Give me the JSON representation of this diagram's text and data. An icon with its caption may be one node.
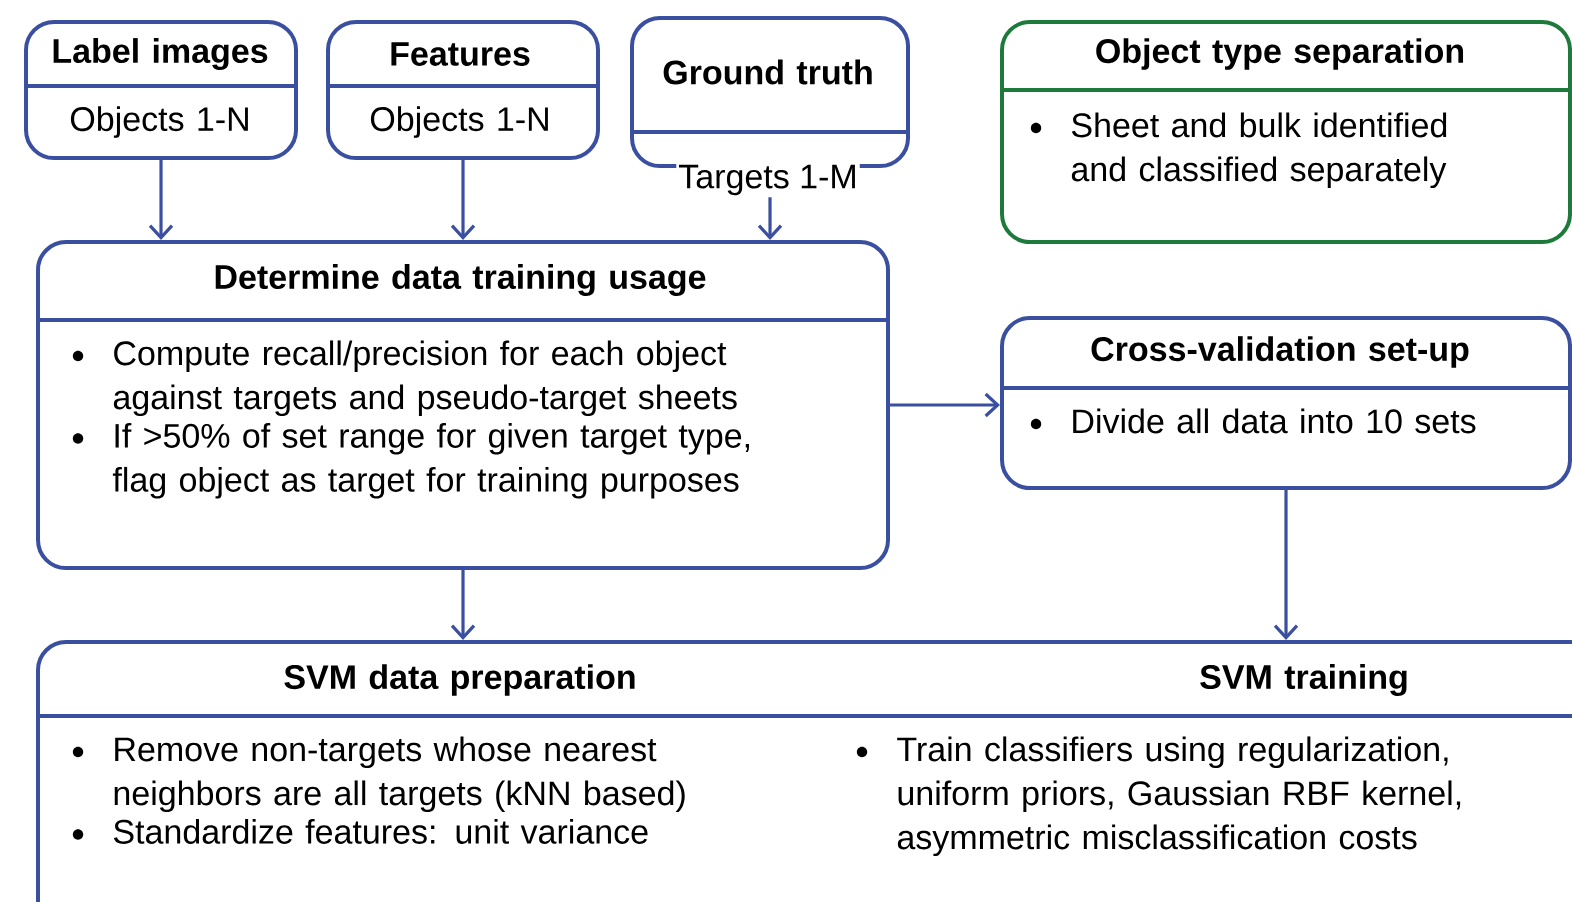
{
  "diagram": {
    "nodes": [
      {
        "text": [
          "Label images",
          "Objects 1-N"
        ]
      },
      {
        "text": [
          "Features",
          "Objects 1-N"
        ]
      },
      {
        "text": [
          "Ground truth"
        ],
        "beside": [
          "Targets 1-M"
        ]
      },
      {
        "text": [
          "Determine data training usage",
          "Compute recall/precision for each object against targets and pseudo-target sheets",
          "If >50% of set range for given target type, flag object as target for training purposes"
        ]
      },
      {
        "text": [
          "Object type separation",
          "Sheet and bulk identified and classified separately"
        ]
      },
      {
        "text": [
          "Cross-validation set-up",
          "Divide all data into 10 sets"
        ]
      },
      {
        "text": [],
        "shape": "box"
      },
      {
        "text": [
          "SVM data preparation",
          "Remove non-targets whose nearest neighbors are all targets (kNN based)",
          "Standardize features: unit variance"
        ],
        "in": 6
      },
      {
        "text": [
          "SVM training",
          "Train classifiers using regularization, uniform priors, Gaussian RBF kernel, asymmetric misclassification costs"
        ],
        "in": 6
      }
    ],
    "edges": [
      {
        "from": 0,
        "to": 3,
        "arrow": "to"
      },
      {
        "from": 1,
        "to": 3,
        "arrow": "to"
      },
      {
        "from": 2,
        "to": 3,
        "arrow": "to"
      },
      {
        "from": 3,
        "to": 5,
        "arrow": "to"
      },
      {
        "from": 3,
        "to": 7,
        "arrow": "to"
      },
      {
        "from": 5,
        "to": 8,
        "arrow": "to"
      }
    ]
  }
}
